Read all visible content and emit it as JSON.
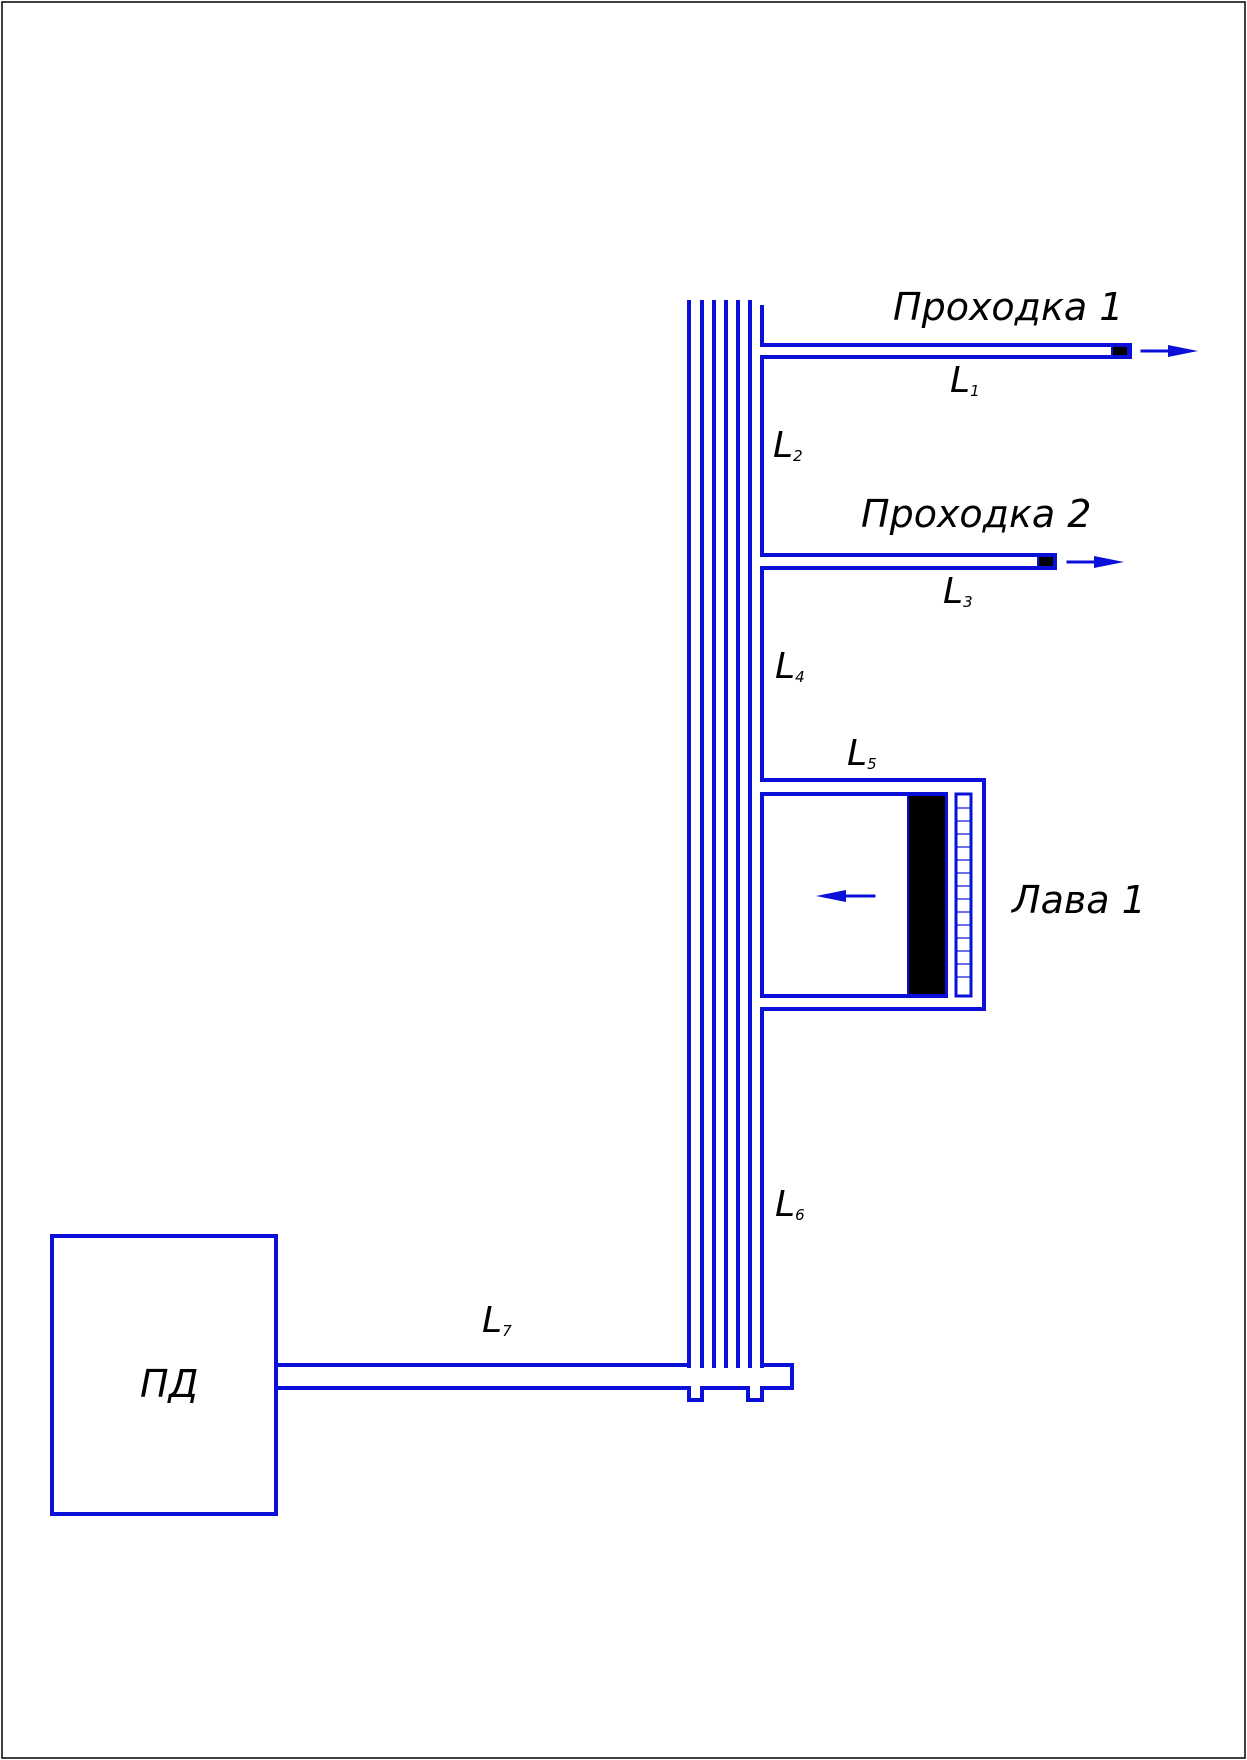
{
  "colors": {
    "line": "#0a10d8",
    "text": "#000000",
    "fill_dark": "#000000",
    "background": "#ffffff"
  },
  "labels": {
    "drift1": "Проходка 1",
    "drift2": "Проходка 2",
    "longwall1": "Лава 1",
    "pd": "ПД",
    "segments": [
      {
        "symbol": "L",
        "sub": "1"
      },
      {
        "symbol": "L",
        "sub": "2"
      },
      {
        "symbol": "L",
        "sub": "3"
      },
      {
        "symbol": "L",
        "sub": "4"
      },
      {
        "symbol": "L",
        "sub": "5"
      },
      {
        "symbol": "L",
        "sub": "6"
      },
      {
        "symbol": "L",
        "sub": "7"
      }
    ]
  }
}
